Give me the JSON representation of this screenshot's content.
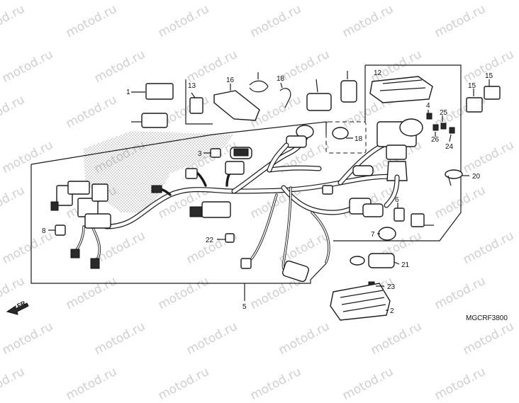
{
  "watermark": "motod.ru",
  "diagram_code": "MGCRF3800",
  "front_indicator": "FR.",
  "callouts": {
    "c1": "1",
    "c2": "2",
    "c3": "3",
    "c4": "4",
    "c5": "5",
    "c6": "6",
    "c7": "7",
    "c8": "8",
    "c12": "12",
    "c13": "13",
    "c15a": "15",
    "c15b": "15",
    "c16": "16",
    "c18a": "18",
    "c18b": "18",
    "c20": "20",
    "c21": "21",
    "c22": "22",
    "c23": "23",
    "c24": "24",
    "c25": "25",
    "c26": "26"
  }
}
